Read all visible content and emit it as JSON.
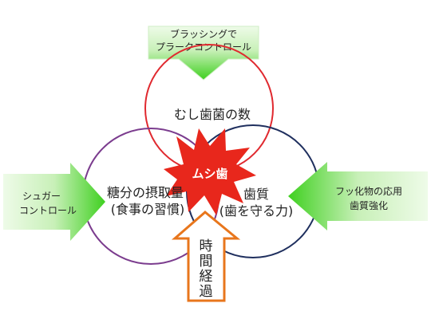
{
  "circles": {
    "top": {
      "label": "むし歯菌の数",
      "color": "#e0292f"
    },
    "left": {
      "label_line1": "糖分の摂取量",
      "label_line2": "(食事の習慣)",
      "color": "#7b3c8e"
    },
    "right": {
      "label_line1": "歯質",
      "label_line2": "(歯を守る力)",
      "color": "#1f2f5e"
    }
  },
  "center": {
    "label": "ムシ歯",
    "color": "#e8271c"
  },
  "arrows": {
    "top": {
      "line1": "ブラッシングで",
      "line2": "プラークコントロール"
    },
    "left": {
      "line1": "シュガー",
      "line2": "コントロール"
    },
    "right": {
      "line1": "フッ化物の応用",
      "line2": "歯質強化"
    },
    "bottom": {
      "chars": [
        "時",
        "間",
        "経",
        "過"
      ],
      "color": "#e8761c"
    }
  },
  "colors": {
    "arrow_green_dark": "#3fd020",
    "arrow_green_light": "#e6f8e0"
  }
}
